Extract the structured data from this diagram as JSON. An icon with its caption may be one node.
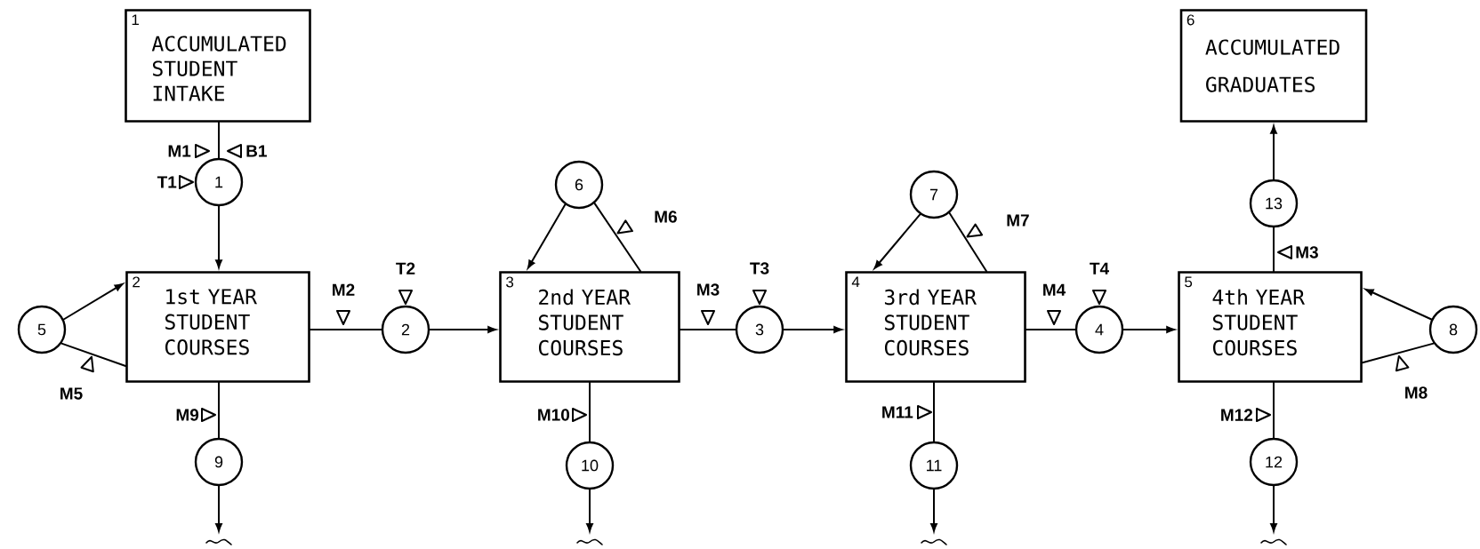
{
  "diagram": {
    "nodes": [
      {
        "text": [
          "1",
          "ACCUMULATED STUDENT INTAKE"
        ]
      },
      {
        "text": [
          "6",
          "ACCUMULATED GRADUATES"
        ]
      },
      {
        "text": [
          "1"
        ]
      },
      {
        "text": [
          "6"
        ]
      },
      {
        "text": [
          "7"
        ]
      },
      {
        "text": [
          "13"
        ]
      },
      {
        "text": [
          "5"
        ]
      },
      {
        "text": [
          "2",
          "1st YEAR STUDENT COURSES"
        ]
      },
      {
        "text": [
          "2"
        ]
      },
      {
        "text": [
          "3",
          "2nd YEAR STUDENT COURSES"
        ]
      },
      {
        "text": [
          "3"
        ]
      },
      {
        "text": [
          "4",
          "3rd YEAR STUDENT COURSES"
        ]
      },
      {
        "text": [
          "4"
        ]
      },
      {
        "text": [
          "5",
          "4th YEAR STUDENT COURSES"
        ]
      },
      {
        "text": [
          "8"
        ]
      },
      {
        "text": [
          "9"
        ]
      },
      {
        "text": [
          "10"
        ]
      },
      {
        "text": [
          "11"
        ]
      },
      {
        "text": [
          "12"
        ]
      }
    ],
    "edges": [
      {
        "from": 0,
        "to": 2,
        "arrow": "none"
      },
      {
        "from": 2,
        "to": 7,
        "arrow": "to"
      },
      {
        "from": 6,
        "to": 7,
        "arrow": "to"
      },
      {
        "from": 7,
        "to": 6,
        "arrow": "none"
      },
      {
        "from": 7,
        "to": 8,
        "arrow": "none"
      },
      {
        "from": 8,
        "to": 9,
        "arrow": "to"
      },
      {
        "from": 3,
        "to": 9,
        "arrow": "to"
      },
      {
        "from": 9,
        "to": 3,
        "arrow": "none"
      },
      {
        "from": 9,
        "to": 10,
        "arrow": "none"
      },
      {
        "from": 10,
        "to": 11,
        "arrow": "to"
      },
      {
        "from": 4,
        "to": 11,
        "arrow": "to"
      },
      {
        "from": 11,
        "to": 4,
        "arrow": "none"
      },
      {
        "from": 11,
        "to": 12,
        "arrow": "none"
      },
      {
        "from": 12,
        "to": 13,
        "arrow": "to"
      },
      {
        "from": 14,
        "to": 13,
        "arrow": "to"
      },
      {
        "from": 13,
        "to": 14,
        "arrow": "none"
      },
      {
        "from": 13,
        "to": 5,
        "arrow": "none"
      },
      {
        "from": 5,
        "to": 1,
        "arrow": "to"
      },
      {
        "from": 7,
        "to": 15,
        "arrow": "none"
      },
      {
        "from": 15,
        "to": null,
        "arrow": "to"
      },
      {
        "from": 9,
        "to": 16,
        "arrow": "none"
      },
      {
        "from": 16,
        "to": null,
        "arrow": "to"
      },
      {
        "from": 11,
        "to": 17,
        "arrow": "none"
      },
      {
        "from": 17,
        "to": null,
        "arrow": "to"
      },
      {
        "from": 13,
        "to": 18,
        "arrow": "none"
      },
      {
        "from": 18,
        "to": null,
        "arrow": "to"
      }
    ],
    "labels": [
      "M1",
      "B1",
      "T1",
      "M6",
      "M7",
      "M3",
      "T2",
      "T3",
      "T4",
      "M2",
      "M3",
      "M4",
      "M5",
      "M8",
      "M9",
      "M10",
      "M11",
      "M12"
    ]
  }
}
